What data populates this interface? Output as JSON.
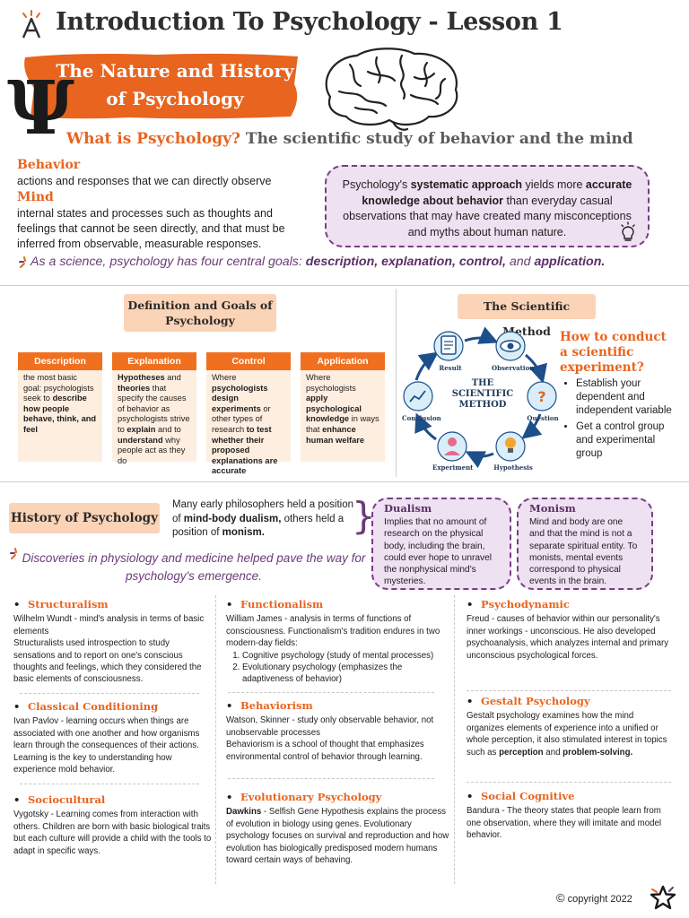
{
  "header": {
    "title": "Introduction To Psychology - Lesson 1"
  },
  "banner": {
    "line1": "The Nature and History",
    "line2": "of Psychology",
    "symbol": "Ψ"
  },
  "what_is": {
    "question": "What is Psychology?",
    "answer": "The scientific study of behavior and the mind"
  },
  "definitions": {
    "behavior_term": "Behavior",
    "behavior_def": "actions and responses that we can directly observe",
    "mind_term": "Mind",
    "mind_def": "internal states and processes such as thoughts and feelings that cannot be seen directly, and that must be inferred from observable, measurable responses."
  },
  "callout": {
    "p1": "Psychology's ",
    "b1": "systematic approach",
    "p2": " yields more ",
    "b2": "accurate knowledge about behavior",
    "p3": " than everyday casual observations that may have created many misconceptions and myths about human nature."
  },
  "goals_line": {
    "intro": "As a science, psychology has four central goals: ",
    "g1": "description,",
    "g2": "explanation,",
    "g3": "control,",
    "and": " and ",
    "g4": "application."
  },
  "definition_goals": {
    "heading": "Definition and Goals of Psychology",
    "columns": [
      {
        "title": "Description"
      },
      {
        "title": "Explanation"
      },
      {
        "title": "Control"
      },
      {
        "title": "Application"
      }
    ],
    "description": {
      "t1": "the most basic goal: psychologists seek to ",
      "b1": "describe how people behave, think, and feel"
    },
    "explanation": {
      "b1": "Hypotheses",
      "t1": " and ",
      "b2": "theories",
      "t2": " that specify the causes of behavior as psychologists strive to ",
      "b3": "explain",
      "t3": " and to ",
      "b4": "understand",
      "t4": " why people act as they do"
    },
    "control": {
      "t1": "Where ",
      "b1": "psychologists design experiments",
      "t2": " or other types of research ",
      "b2": "to test whether their proposed explanations are accurate"
    },
    "application": {
      "t1": "Where psychologists ",
      "b1": "apply psychological knowledge",
      "t2": " in ways that ",
      "b2": "enhance human welfare"
    }
  },
  "scientific_method": {
    "heading": "The Scientific Method",
    "center_line1": "THE",
    "center_line2": "SCIENTIFIC",
    "center_line3": "METHOD",
    "nodes": [
      "Result",
      "Observation",
      "Question",
      "Hypothesis",
      "Experiment",
      "Conclusion"
    ],
    "how_title": "How to conduct a scientific experiment?",
    "steps": [
      "Establish your dependent and independent variable",
      "Get a control group and experimental group"
    ]
  },
  "history": {
    "heading": "History of Psychology",
    "early_t1": "Many early philosophers held a position of ",
    "early_b1": "mind-body dualism,",
    "early_t2": " others held a position of ",
    "early_b2": "monism.",
    "dualism_title": "Dualism",
    "dualism_text": "Implies that no amount of research on the physical body, including the brain, could ever hope to unravel the nonphysical mind's mysteries.",
    "monism_title": "Monism",
    "monism_text": "Mind and body are one and that the mind is not a separate spiritual entity. To monists, mental events correspond to physical events in the brain.",
    "discoveries": "Discoveries in physiology and medicine helped pave the way for psychology's emergence."
  },
  "schools": {
    "structuralism": {
      "title": "Structuralism",
      "text": "Wilhelm Wundt - mind's analysis in terms of basic elements\nStructuralists used introspection to study sensations and to report on one's conscious thoughts and feelings, which they considered the basic elements of consciousness."
    },
    "functionalism": {
      "title": "Functionalism",
      "text": "William James - analysis in terms of functions of consciousness. Functionalism's tradition endures in two modern-day fields:",
      "items": [
        "Cognitive psychology (study of mental processes)",
        "Evolutionary psychology (emphasizes the adaptiveness of behavior)"
      ]
    },
    "psychodynamic": {
      "title": "Psychodynamic",
      "text": "Freud - causes of behavior within our personality's inner workings - unconscious. He also developed psychoanalysis, which analyzes internal and primary unconscious psychological forces."
    },
    "classical": {
      "title": "Classical Conditioning",
      "text": "Ivan Pavlov - learning occurs when things are associated with one another and how organisms learn through the consequences of their actions. Learning is the key to understanding how experience mold behavior."
    },
    "behaviorism": {
      "title": "Behaviorism",
      "text": "Watson, Skinner - study only observable behavior, not unobservable processes\nBehaviorism is a school of thought that emphasizes environmental control of behavior through learning."
    },
    "gestalt": {
      "title": "Gestalt Psychology",
      "t1": "Gestalt psychology examines how the mind organizes elements of experience into a unified or whole perception, it also stimulated interest in topics such as ",
      "b1": "perception",
      "t2": " and ",
      "b2": "problem-solving."
    },
    "sociocultural": {
      "title": "Sociocultural",
      "text": "Vygotsky - Learning comes from interaction with others. Children are born with basic biological traits but each culture will provide a child with the tools to adapt in specific ways."
    },
    "evolutionary": {
      "title": "Evolutionary Psychology",
      "b1": "Dawkins",
      "t1": " - Selfish Gene Hypothesis explains the process of evolution in biology using genes. Evolutionary psychology focuses on survival and reproduction and how evolution has biologically predisposed modern humans toward certain ways of behaving."
    },
    "social_cognitive": {
      "title": "Social Cognitive",
      "text": "Bandura - The theory states that people learn from one observation, where they will imitate and model behavior."
    }
  },
  "footer": {
    "copyright": "copyright 2022",
    "copyright_symbol": "©"
  },
  "colors": {
    "orange": "#e8641f",
    "purple": "#6b3b78",
    "lavender": "#eee1f1",
    "peach": "#fbd4b7"
  }
}
